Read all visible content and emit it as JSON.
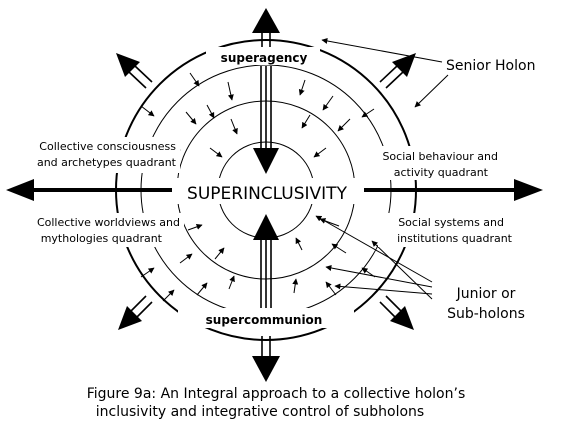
{
  "labels": {
    "superagency": "superagency",
    "supercommunion": "supercommunion",
    "superinclusivity": "SUPERINCLUSIVITY",
    "senior_holon": "Senior Holon",
    "junior_line1": "Junior or",
    "junior_line2": "Sub-holons",
    "ul_line1": "Collective consciousness",
    "ul_line2": "and archetypes quadrant",
    "ur_line1": "Social behaviour and",
    "ur_line2": "activity quadrant",
    "ll_line1": "Collective worldviews and",
    "ll_line2": "mythologies quadrant",
    "lr_line1": "Social systems and",
    "lr_line2": "institutions quadrant"
  },
  "caption": {
    "line1": "Figure 9a:  An Integral approach to a collective holon’s",
    "line2": "inclusivity and integrative  control of subholons"
  }
}
